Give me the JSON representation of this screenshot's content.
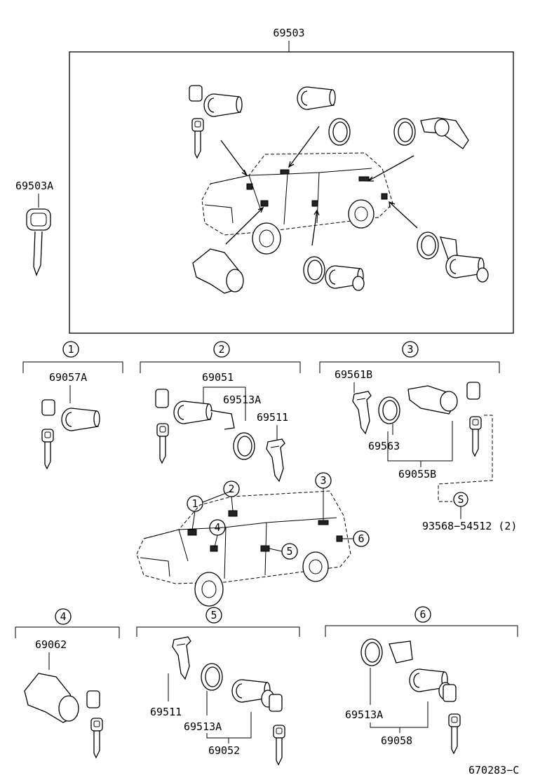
{
  "labels": {
    "set_main": "69503",
    "key_blank": "69503A",
    "sec1_part": "69057A",
    "sec2_cyl": "69051",
    "sec2_gasket": "69513A",
    "sec2_clip": "69511",
    "sec3_clip": "69561B",
    "sec3_gasket": "69563",
    "sec3_cyl": "69055B",
    "sec3_screw": "93568−54512 (2)",
    "sec3_screw_mark": "S",
    "sec4_part": "69062",
    "sec5_clip": "69511",
    "sec5_gasket": "69513A",
    "sec5_cyl": "69052",
    "sec6_gasket": "69513A",
    "sec6_cyl": "69058",
    "doc_code": "670283−C"
  },
  "callouts": [
    "1",
    "2",
    "3",
    "4",
    "5",
    "6"
  ]
}
